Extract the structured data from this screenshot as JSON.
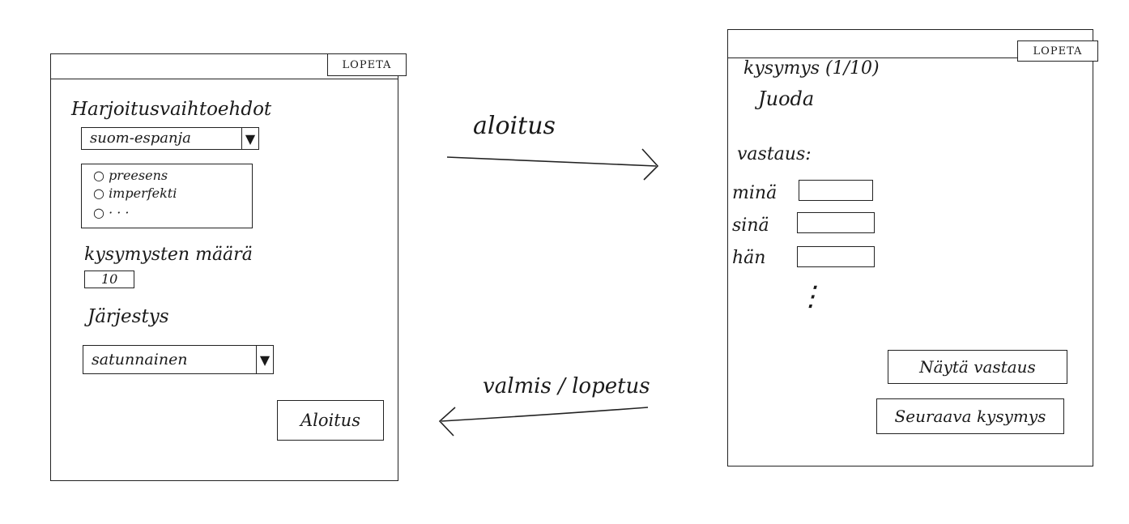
{
  "settings_screen": {
    "quit_button": "LOPETA",
    "options_heading": "Harjoitusvaihtoehdot",
    "language_select": "suom-espanja",
    "tense_options": [
      "preesens",
      "imperfekti",
      "· · ·"
    ],
    "count_label": "kysymysten määrä",
    "count_value": "10",
    "order_label": "Järjestys",
    "order_select": "satunnainen",
    "start_button": "Aloitus"
  },
  "quiz_screen": {
    "quit_button": "LOPETA",
    "question_progress": "kysymys (1/10)",
    "verb": "Juoda",
    "answer_label": "vastaus:",
    "pronouns": [
      "minä",
      "sinä",
      "hän"
    ],
    "continuation": "⋮",
    "show_answer_button": "Näytä vastaus",
    "next_question_button": "Seuraava kysymys"
  },
  "transitions": {
    "forward_label": "aloitus",
    "back_label": "valmis / lopetus"
  }
}
